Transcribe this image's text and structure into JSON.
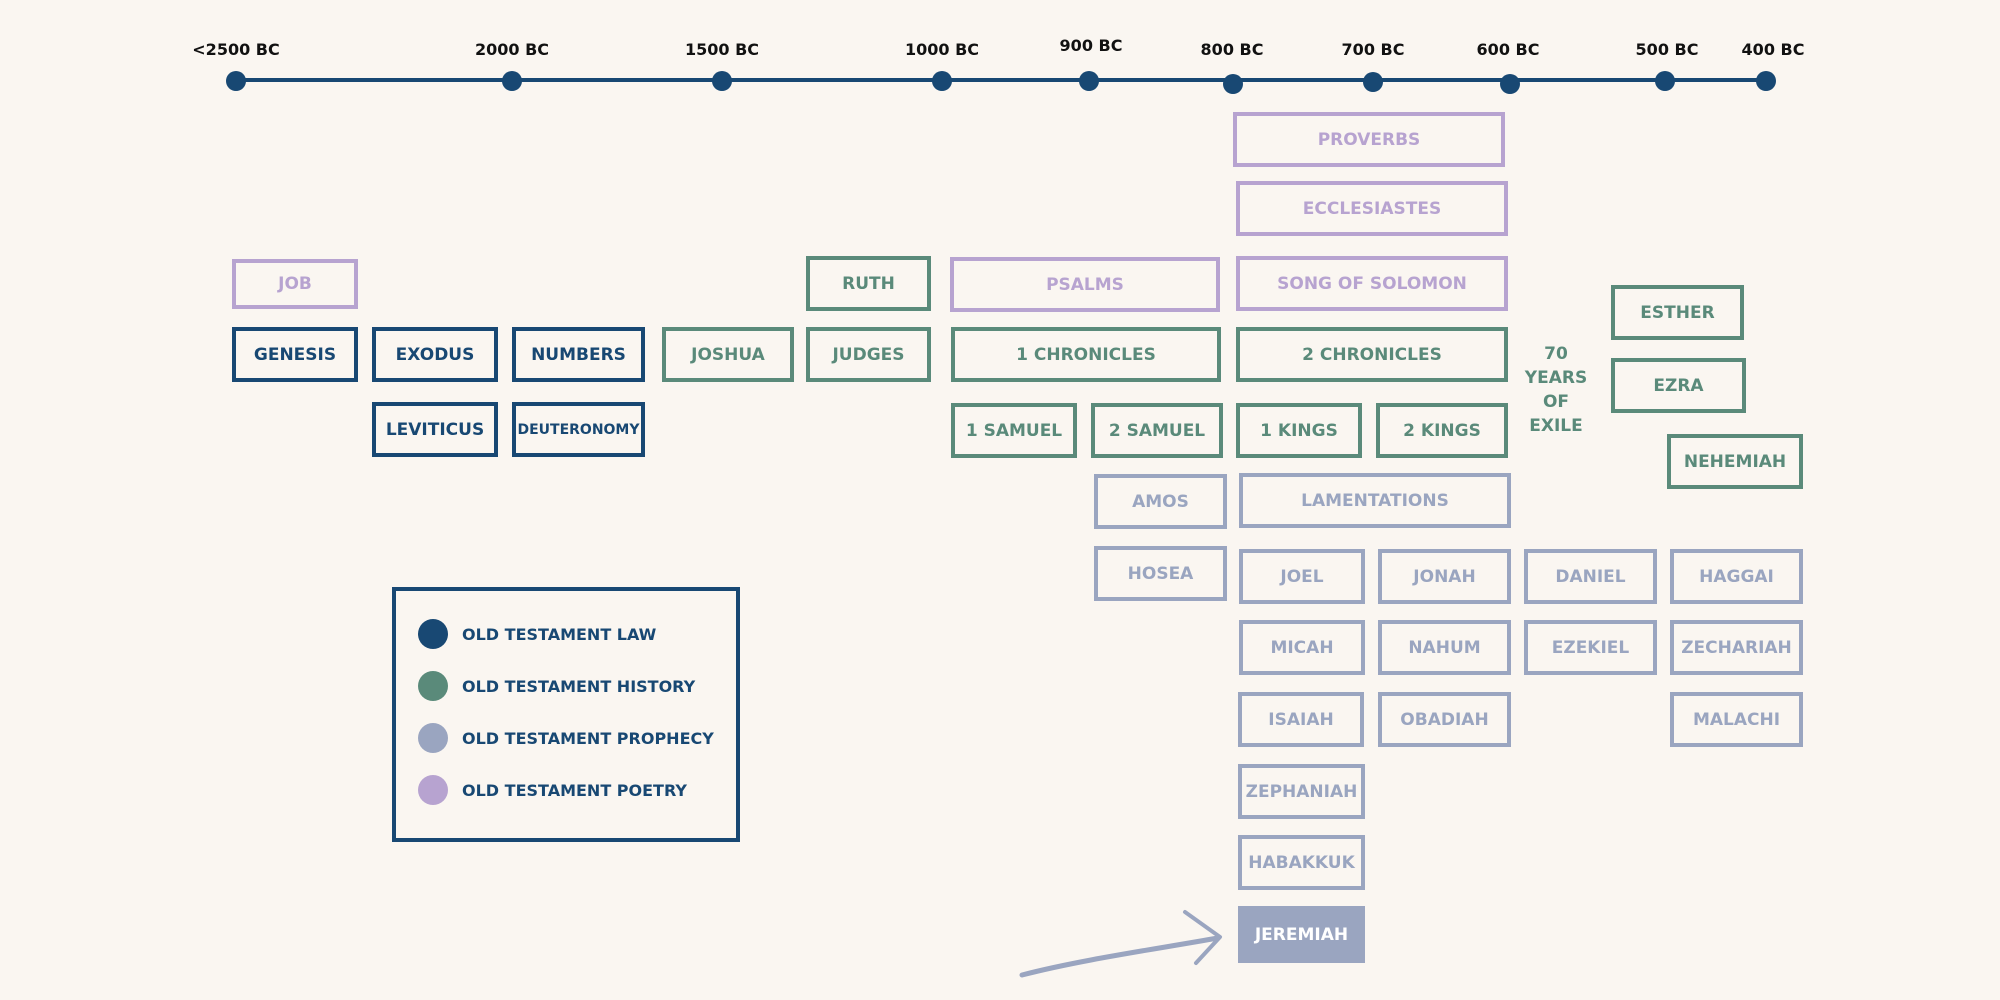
{
  "colors": {
    "law": "#184873",
    "history": "#5a8a7a",
    "prophecy": "#9aa5c0",
    "poetry": "#b7a3d0",
    "background": "#faf6f1"
  },
  "timeline": {
    "ticks": [
      "<2500 BC",
      "2000 BC",
      "1500 BC",
      "1000 BC",
      "900 BC",
      "800 BC",
      "700 BC",
      "600 BC",
      "500 BC",
      "400 BC"
    ]
  },
  "books": {
    "job": {
      "label": "JOB",
      "category": "poetry"
    },
    "genesis": {
      "label": "GENESIS",
      "category": "law"
    },
    "exodus": {
      "label": "EXODUS",
      "category": "law"
    },
    "leviticus": {
      "label": "LEVITICUS",
      "category": "law"
    },
    "numbers": {
      "label": "NUMBERS",
      "category": "law"
    },
    "deuteronomy": {
      "label": "DEUTERONOMY",
      "category": "law"
    },
    "joshua": {
      "label": "JOSHUA",
      "category": "history"
    },
    "ruth": {
      "label": "RUTH",
      "category": "history"
    },
    "judges": {
      "label": "JUDGES",
      "category": "history"
    },
    "psalms": {
      "label": "PSALMS",
      "category": "poetry"
    },
    "chronicles1": {
      "label": "1 CHRONICLES",
      "category": "history"
    },
    "samuel1": {
      "label": "1 SAMUEL",
      "category": "history"
    },
    "samuel2": {
      "label": "2 SAMUEL",
      "category": "history"
    },
    "amos": {
      "label": "AMOS",
      "category": "prophecy"
    },
    "hosea": {
      "label": "HOSEA",
      "category": "prophecy"
    },
    "proverbs": {
      "label": "PROVERBS",
      "category": "poetry"
    },
    "ecclesiastes": {
      "label": "ECCLESIASTES",
      "category": "poetry"
    },
    "songofsolomon": {
      "label": "SONG OF SOLOMON",
      "category": "poetry"
    },
    "chronicles2": {
      "label": "2 CHRONICLES",
      "category": "history"
    },
    "kings1": {
      "label": "1 KINGS",
      "category": "history"
    },
    "kings2": {
      "label": "2 KINGS",
      "category": "history"
    },
    "lamentations": {
      "label": "LAMENTATIONS",
      "category": "prophecy"
    },
    "joel": {
      "label": "JOEL",
      "category": "prophecy"
    },
    "jonah": {
      "label": "JONAH",
      "category": "prophecy"
    },
    "micah": {
      "label": "MICAH",
      "category": "prophecy"
    },
    "nahum": {
      "label": "NAHUM",
      "category": "prophecy"
    },
    "isaiah": {
      "label": "ISAIAH",
      "category": "prophecy"
    },
    "obadiah": {
      "label": "OBADIAH",
      "category": "prophecy"
    },
    "zephaniah": {
      "label": "ZEPHANIAH",
      "category": "prophecy"
    },
    "habakkuk": {
      "label": "HABAKKUK",
      "category": "prophecy"
    },
    "jeremiah": {
      "label": "JEREMIAH",
      "category": "prophecy",
      "highlighted": true
    },
    "daniel": {
      "label": "DANIEL",
      "category": "prophecy"
    },
    "ezekiel": {
      "label": "EZEKIEL",
      "category": "prophecy"
    },
    "haggai": {
      "label": "HAGGAI",
      "category": "prophecy"
    },
    "zechariah": {
      "label": "ZECHARIAH",
      "category": "prophecy"
    },
    "malachi": {
      "label": "MALACHI",
      "category": "prophecy"
    },
    "esther": {
      "label": "ESTHER",
      "category": "history"
    },
    "ezra": {
      "label": "EZRA",
      "category": "history"
    },
    "nehemiah": {
      "label": "NEHEMIAH",
      "category": "history"
    }
  },
  "exile": {
    "line1": "70",
    "line2": "YEARS",
    "line3": "OF EXILE"
  },
  "legend": {
    "law": "OLD TESTAMENT LAW",
    "history": "OLD TESTAMENT HISTORY",
    "prophecy": "OLD TESTAMENT PROPHECY",
    "poetry": "OLD TESTAMENT POETRY"
  }
}
